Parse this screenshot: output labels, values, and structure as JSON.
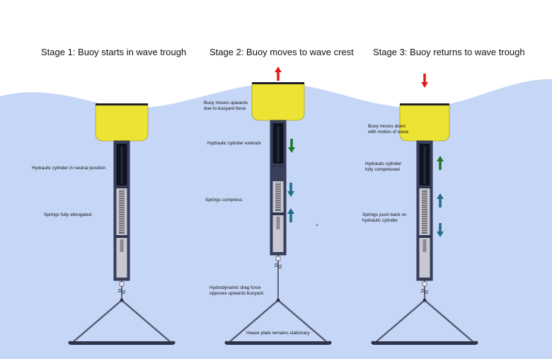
{
  "stages": [
    {
      "title": "Stage 1: Buoy starts in wave trough",
      "labels": {
        "cylinder": "Hydraulic cylinder in neutral position",
        "springs": "Springs fully ellongated"
      }
    },
    {
      "title": "Stage 2: Buoy moves to wave crest",
      "labels": {
        "buoy": "Buoy moves upwards\ndue to buoyant force",
        "cylinder": "Hydraulic cylinder extends",
        "springs": "Springs compress",
        "drag": "Hydrodynamic drag force\nopposes upwards buoyant.",
        "plate": "Heave plate remains stationary"
      }
    },
    {
      "title": "Stage 3: Buoy returns to wave trough",
      "labels": {
        "buoy": "Buoy moves down\nwith motion of wave",
        "cylinder": "Hydraulic cylinder\nfully compressed",
        "springs": "Springs push back on\nhydraulic cylinder"
      }
    }
  ],
  "colors": {
    "water": "#c6d6f7",
    "buoy": "#ece333",
    "frame": "#2f3348",
    "arrow_red": "#e51c1c",
    "arrow_green": "#1d7a2a",
    "arrow_blue": "#1f6f8b"
  },
  "icons": [
    "arrow-up-icon",
    "arrow-down-icon"
  ]
}
